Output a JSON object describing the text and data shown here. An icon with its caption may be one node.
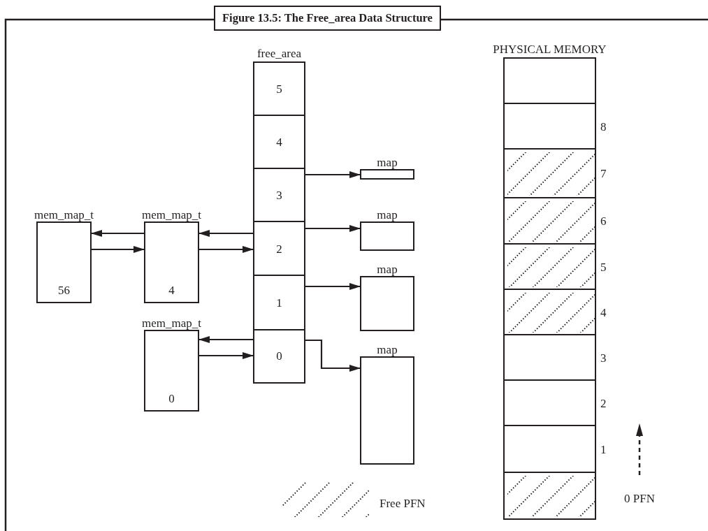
{
  "diagram": {
    "title": "Figure 13.5: The Free_area Data Structure",
    "nodes": [
      {
        "text": [
          "free_area"
        ]
      },
      {
        "text": [
          "5"
        ],
        "in": 0
      },
      {
        "text": [
          "4"
        ],
        "in": 0
      },
      {
        "text": [
          "3"
        ],
        "in": 0
      },
      {
        "text": [
          "2"
        ],
        "in": 0
      },
      {
        "text": [
          "1"
        ],
        "in": 0
      },
      {
        "text": [
          "0"
        ],
        "in": 0
      },
      {
        "text": [
          "mem_map_t",
          "56"
        ]
      },
      {
        "text": [
          "mem_map_t",
          "4"
        ]
      },
      {
        "text": [
          "mem_map_t",
          "0"
        ]
      },
      {
        "text": [
          "map"
        ]
      },
      {
        "text": [
          "map"
        ]
      },
      {
        "text": [
          "map"
        ]
      },
      {
        "text": [
          "map"
        ]
      },
      {
        "text": [
          "PHYSICAL MEMORY"
        ]
      },
      {
        "text": [],
        "shape": "box",
        "in": 14
      },
      {
        "text": [],
        "shape": "box",
        "in": 14,
        "beside": [
          "8"
        ]
      },
      {
        "text": [],
        "shape": "box",
        "in": 14,
        "beside": [
          "7"
        ]
      },
      {
        "text": [],
        "shape": "box",
        "in": 14,
        "beside": [
          "6"
        ]
      },
      {
        "text": [],
        "shape": "box",
        "in": 14,
        "beside": [
          "5"
        ]
      },
      {
        "text": [],
        "shape": "box",
        "in": 14,
        "beside": [
          "4"
        ]
      },
      {
        "text": [],
        "shape": "box",
        "in": 14,
        "beside": [
          "3"
        ]
      },
      {
        "text": [],
        "shape": "box",
        "in": 14,
        "beside": [
          "2"
        ]
      },
      {
        "text": [],
        "shape": "box",
        "in": 14,
        "beside": [
          "1"
        ]
      },
      {
        "text": [],
        "shape": "box",
        "in": 14
      }
    ],
    "edges": [
      {
        "from": 4,
        "to": 8,
        "arrow": "to"
      },
      {
        "from": 8,
        "to": 4,
        "arrow": "to"
      },
      {
        "from": 8,
        "to": 7,
        "arrow": "to"
      },
      {
        "from": 7,
        "to": 8,
        "arrow": "to"
      },
      {
        "from": 6,
        "to": 9,
        "arrow": "to"
      },
      {
        "from": 9,
        "to": 6,
        "arrow": "to"
      },
      {
        "from": 3,
        "to": 10,
        "arrow": "to"
      },
      {
        "from": 4,
        "to": 11,
        "arrow": "to"
      },
      {
        "from": 5,
        "to": 12,
        "arrow": "to"
      },
      {
        "from": 6,
        "to": 13,
        "arrow": "to"
      }
    ],
    "labels": [
      "0 PFN"
    ],
    "legend": [
      {
        "text": "Free PFN"
      }
    ]
  }
}
